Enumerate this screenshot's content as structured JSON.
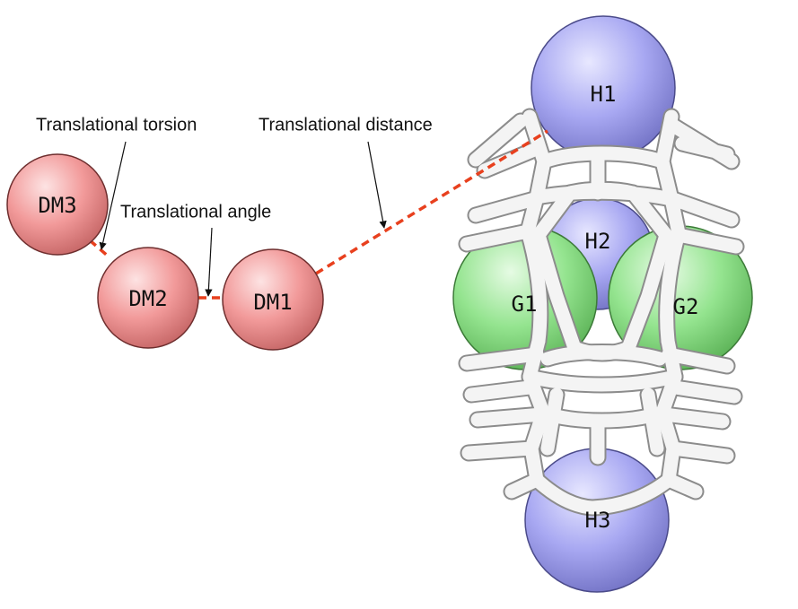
{
  "annotations": {
    "torsion": "Translational torsion",
    "angle": "Translational angle",
    "distance": "Translational distance"
  },
  "atoms": {
    "dm3": "DM3",
    "dm2": "DM2",
    "dm1": "DM1",
    "h1": "H1",
    "h2": "H2",
    "h3": "H3",
    "g1": "G1",
    "g2": "G2"
  },
  "colors": {
    "dummy_atom": "#f08a8a",
    "host_atom": "#a6a6ef",
    "guest_atom": "#8ee08a",
    "restraint_line": "#e8401e",
    "bond": "#f4f4f4"
  }
}
